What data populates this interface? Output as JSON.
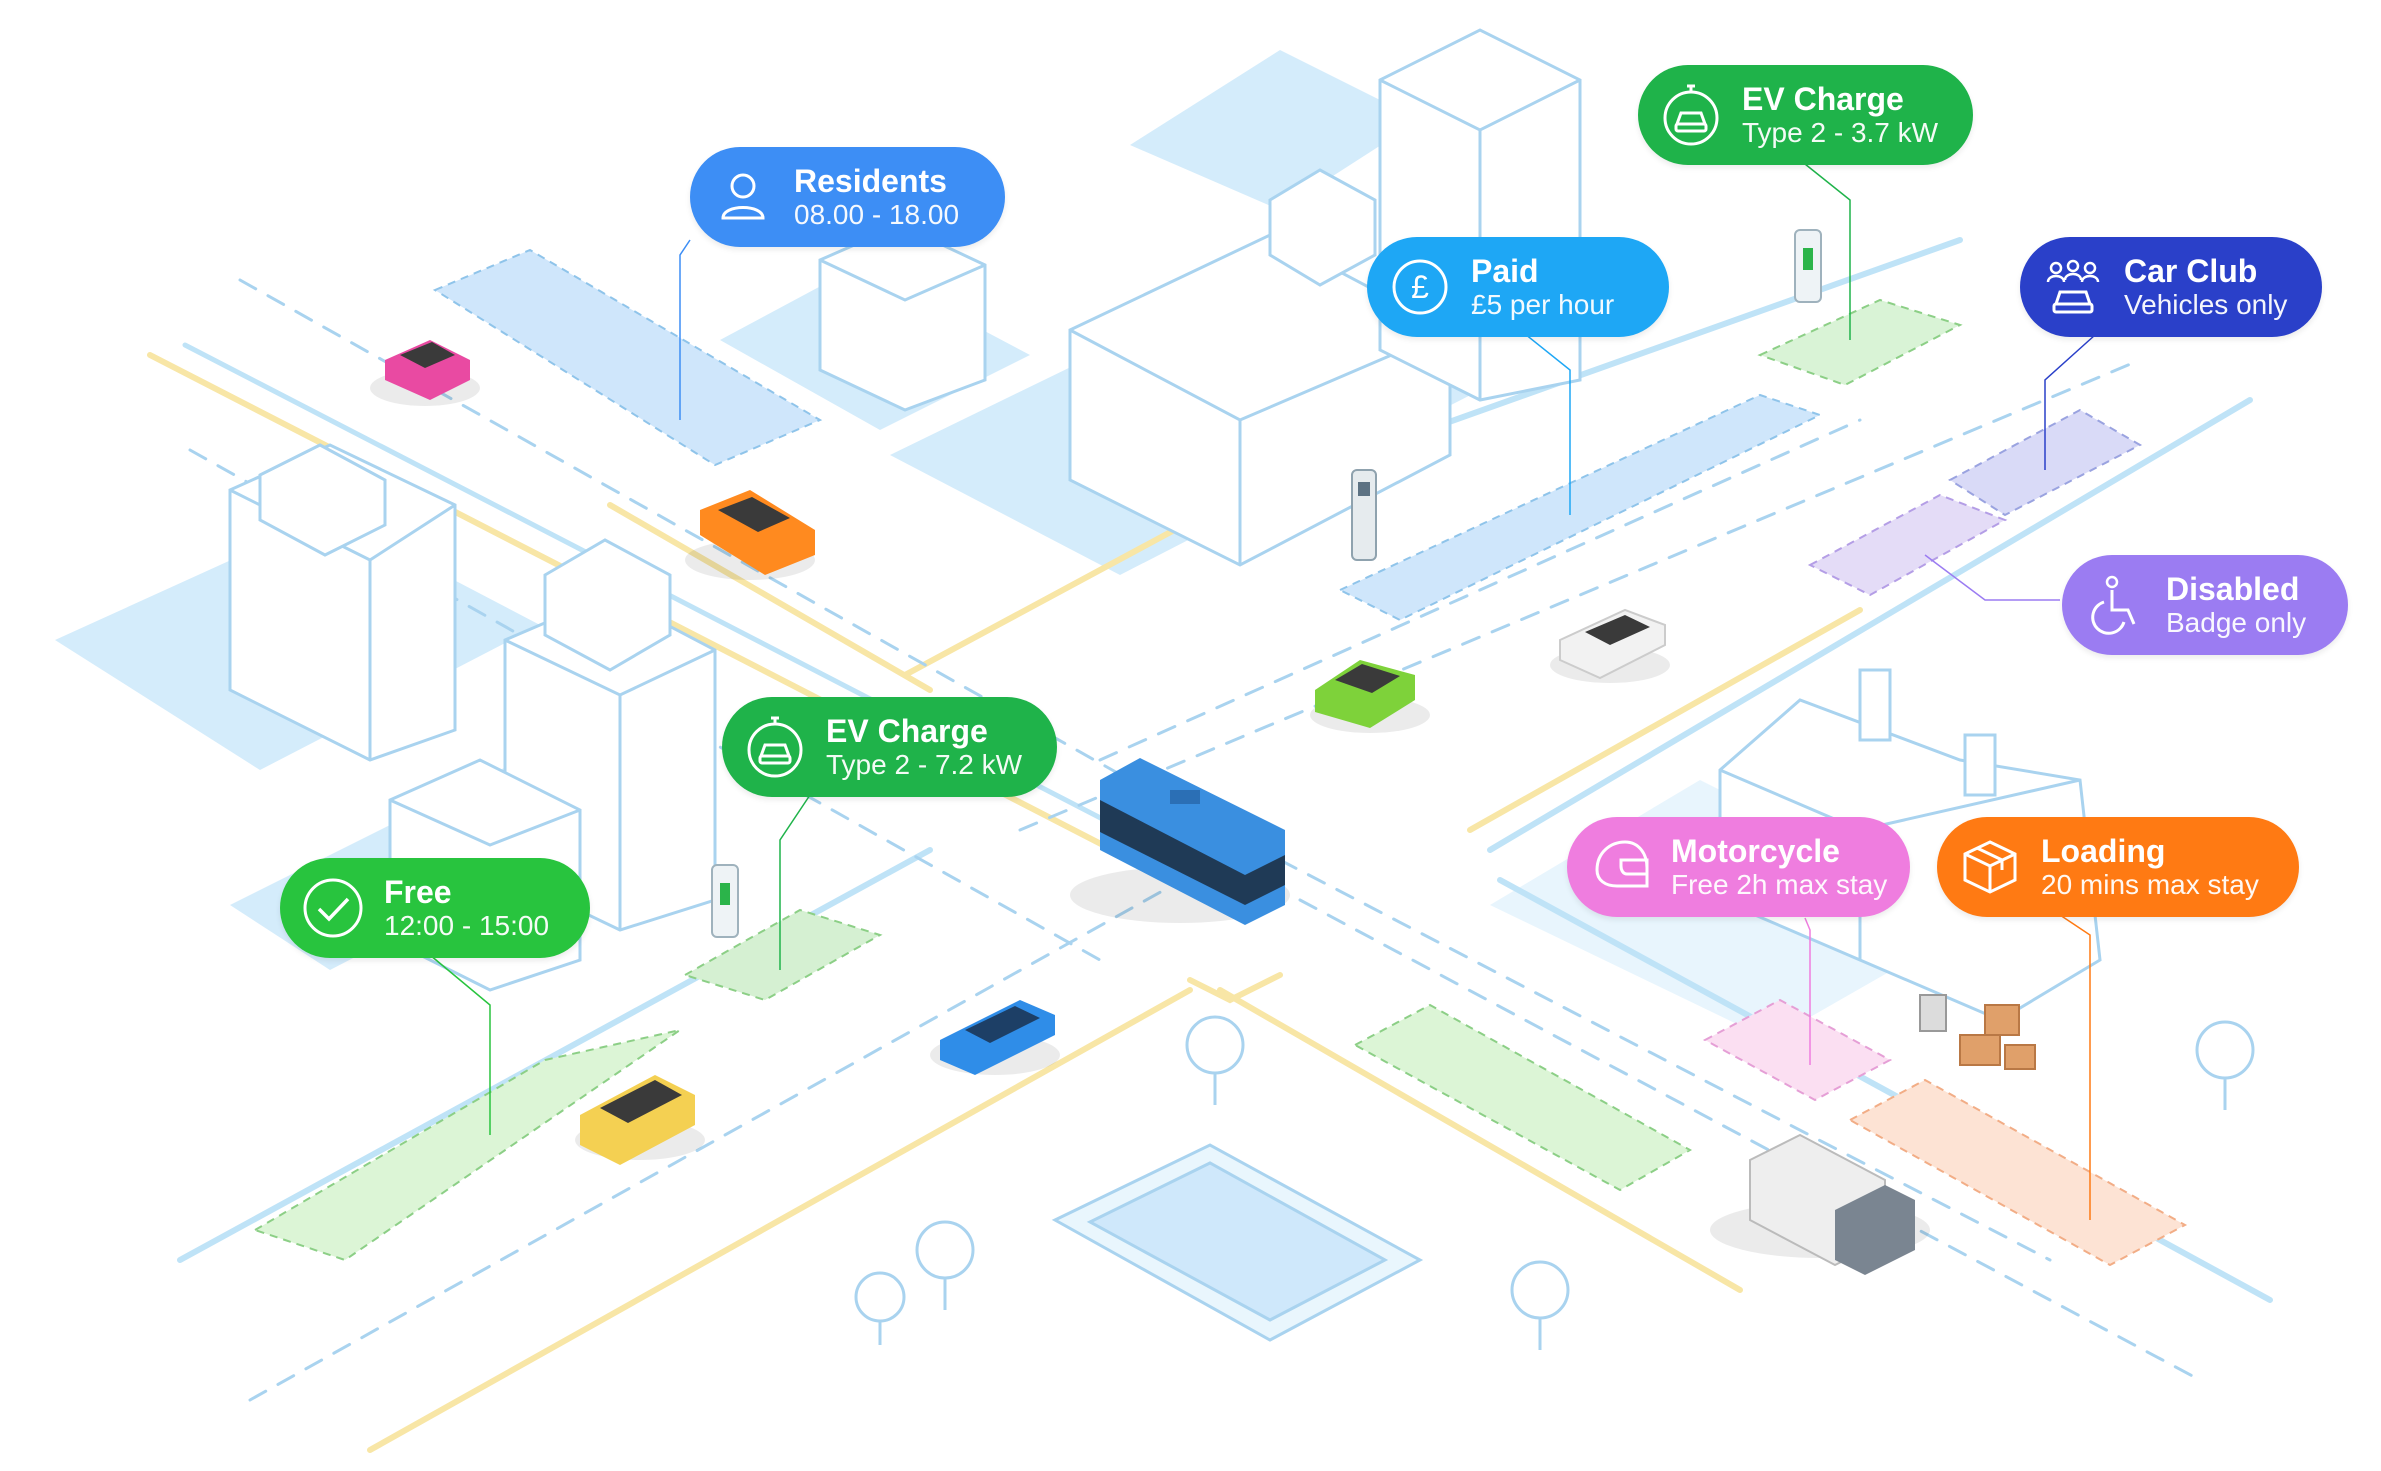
{
  "colors": {
    "road_line": "#bfe3f7",
    "road_fill": "#d6eefb",
    "block_fill": "#d4ecfb",
    "curb_yellow": "#f8e6a6",
    "building_stroke": "#a9d3ef"
  },
  "labels": [
    {
      "id": "residents",
      "title": "Residents",
      "subtitle": "08.00 - 18.00",
      "icon": "person-icon",
      "color": "#3d8ef5"
    },
    {
      "id": "ev-charge-top",
      "title": "EV Charge",
      "subtitle": "Type 2 - 3.7 kW",
      "icon": "ev-charge-icon",
      "color": "#1fb34a"
    },
    {
      "id": "paid",
      "title": "Paid",
      "subtitle": "£5 per hour",
      "icon": "pound-icon",
      "color": "#1ea7f5"
    },
    {
      "id": "car-club",
      "title": "Car Club",
      "subtitle": "Vehicles only",
      "icon": "car-club-icon",
      "color": "#2a40c9"
    },
    {
      "id": "disabled",
      "title": "Disabled",
      "subtitle": "Badge only",
      "icon": "wheelchair-icon",
      "color": "#9b7cf2"
    },
    {
      "id": "ev-charge-left",
      "title": "EV Charge",
      "subtitle": "Type 2 - 7.2 kW",
      "icon": "ev-charge-icon",
      "color": "#1fb34a"
    },
    {
      "id": "free",
      "title": "Free",
      "subtitle": "12:00 - 15:00",
      "icon": "check-icon",
      "color": "#28c43e"
    },
    {
      "id": "motorcycle",
      "title": "Motorcycle",
      "subtitle": "Free 2h max stay",
      "icon": "helmet-icon",
      "color": "#ef7ddf"
    },
    {
      "id": "loading",
      "title": "Loading",
      "subtitle": "20 mins max stay",
      "icon": "box-icon",
      "color": "#ff7a13"
    }
  ],
  "zones": [
    {
      "id": "residents",
      "color": "#cfe6fb"
    },
    {
      "id": "ev-charge-top",
      "color": "#d9f3d6"
    },
    {
      "id": "paid",
      "color": "#cfe6fb"
    },
    {
      "id": "car-club",
      "color": "#d9daf7"
    },
    {
      "id": "disabled",
      "color": "#e4dcf7"
    },
    {
      "id": "ev-charge-left",
      "color": "#d5f0d2"
    },
    {
      "id": "free",
      "color": "#dcf5d6"
    },
    {
      "id": "motorcycle",
      "color": "#fbdff2"
    },
    {
      "id": "loading",
      "color": "#fde3d4"
    }
  ],
  "vehicles": [
    {
      "id": "pink-car",
      "color": "#e94aa2"
    },
    {
      "id": "orange-car",
      "color": "#ff8a1f"
    },
    {
      "id": "green-car",
      "color": "#7ed23a"
    },
    {
      "id": "white-car",
      "color": "#f2f2f2"
    },
    {
      "id": "bus",
      "color": "#3a8fe0"
    },
    {
      "id": "blue-car",
      "color": "#2f8de8"
    },
    {
      "id": "yellow-suv",
      "color": "#f4d052"
    },
    {
      "id": "truck",
      "color": "#eeeeee"
    }
  ]
}
